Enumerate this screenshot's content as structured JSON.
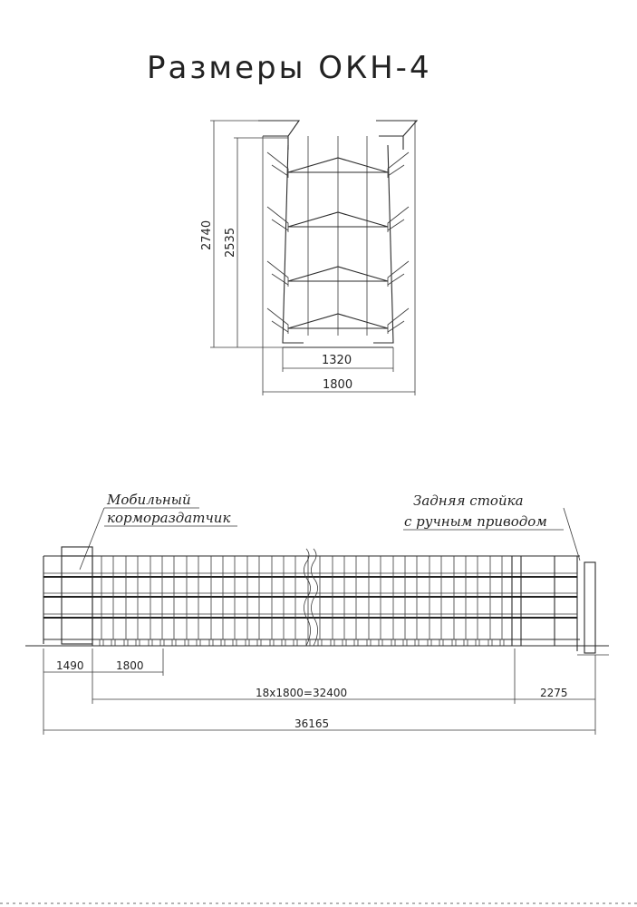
{
  "title": "Размеры ОКН-4",
  "cross_section": {
    "dim_total_height": "2740",
    "dim_inner_height": "2535",
    "dim_inner_width": "1320",
    "dim_total_width": "1800"
  },
  "side_view": {
    "label_feeder_line1": "Мобильный",
    "label_feeder_line2": "кормораздатчик",
    "label_rear_line1": "Задняя стойка",
    "label_rear_line2": "с ручным приводом",
    "dim_front": "1490",
    "dim_section": "1800",
    "dim_sections_total": "18x1800=32400",
    "dim_rear": "2275",
    "dim_overall": "36165"
  }
}
